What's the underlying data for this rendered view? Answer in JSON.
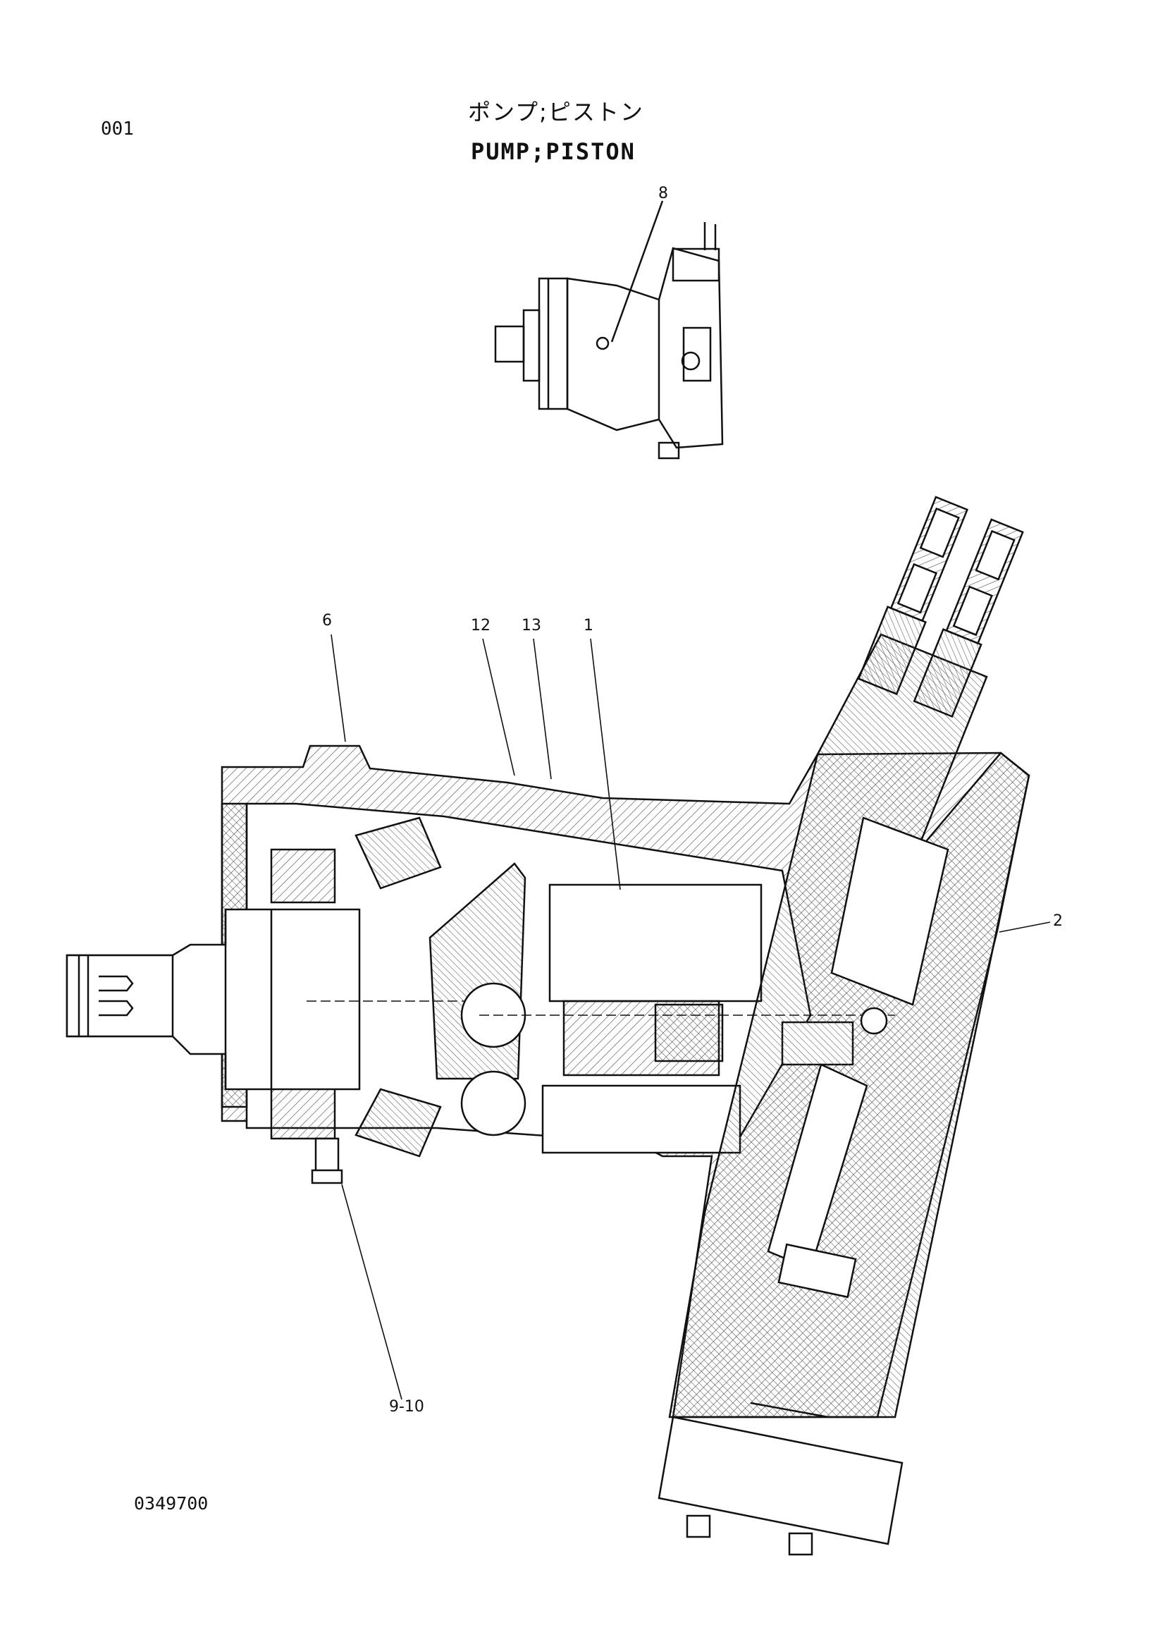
{
  "header": {
    "page_number": "001",
    "title_jp": "ポンプ;ピストン",
    "title_en": "PUMP;PISTON"
  },
  "footer": {
    "drawing_code": "0349700"
  },
  "callouts": {
    "item_8": "8",
    "item_6": "6",
    "item_12": "12",
    "item_13": "13",
    "item_1": "1",
    "item_2": "2",
    "item_9_10": "9-10"
  }
}
